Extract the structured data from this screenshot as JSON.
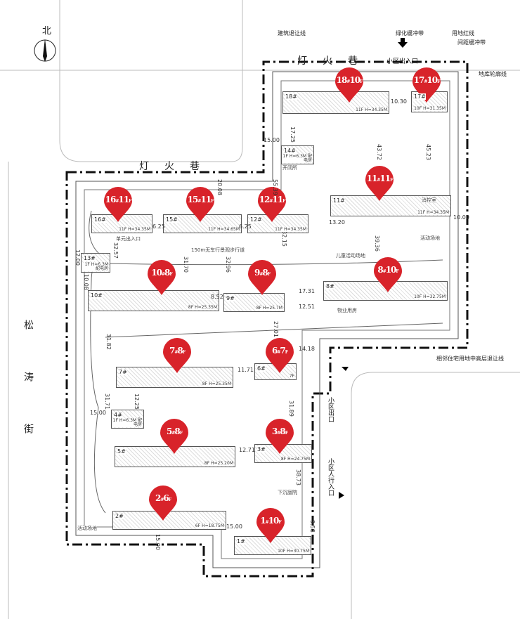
{
  "compass": {
    "label": "北"
  },
  "roads": {
    "top": "灯火巷",
    "left_top": "灯火巷",
    "west": "松涛街"
  },
  "notes": [
    "建筑退让线",
    "绿化缓冲带",
    "用地红线",
    "间距缓冲带",
    "地库轮廓线",
    "相邻住宅用地中高层退让线"
  ],
  "gates": [
    "小区出入口",
    "小区出口",
    "小区人行入口"
  ],
  "markers": [
    {
      "num": "18",
      "floors": "10"
    },
    {
      "num": "17",
      "floors": "10"
    },
    {
      "num": "16",
      "floors": "11"
    },
    {
      "num": "15",
      "floors": "11"
    },
    {
      "num": "12",
      "floors": "11"
    },
    {
      "num": "11",
      "floors": "11"
    },
    {
      "num": "10",
      "floors": "8"
    },
    {
      "num": "9",
      "floors": "8"
    },
    {
      "num": "8",
      "floors": "10"
    },
    {
      "num": "7",
      "floors": "8"
    },
    {
      "num": "6",
      "floors": "7"
    },
    {
      "num": "5",
      "floors": "8"
    },
    {
      "num": "3",
      "floors": "8"
    },
    {
      "num": "2",
      "floors": "6"
    },
    {
      "num": "1",
      "floors": "10"
    }
  ],
  "buildings": [
    {
      "id": "18#",
      "info": "11F H=34.35M"
    },
    {
      "id": "17#",
      "info": "10F H=31.35M"
    },
    {
      "id": "16#",
      "info": "11F H=34.35M"
    },
    {
      "id": "15#",
      "info": "11F H=34.65M"
    },
    {
      "id": "12#",
      "info": "11F H=34.35M"
    },
    {
      "id": "11#",
      "info": "11F H=34.35M"
    },
    {
      "id": "10#",
      "info": "8F H=25.35M"
    },
    {
      "id": "9#",
      "info": "8F H=25.7M"
    },
    {
      "id": "8#",
      "info": "10F H=32.75M"
    },
    {
      "id": "7#",
      "info": "8F H=25.35M"
    },
    {
      "id": "6#",
      "info": "7F"
    },
    {
      "id": "5#",
      "info": "8F H=25.20M"
    },
    {
      "id": "3#",
      "info": "8F H=24.75M"
    },
    {
      "id": "2#",
      "info": "6F H=18.75M"
    },
    {
      "id": "1#",
      "info": "10F H=30.75M"
    },
    {
      "id": "13#",
      "info": "1F H=6.3M 配电房"
    },
    {
      "id": "14#",
      "info": "1F H=6.3M 配电房"
    },
    {
      "id": "4#",
      "info": "1F H=6.3M 配电房"
    }
  ],
  "places": [
    "儿童活动场地",
    "活动场地",
    "物业用房",
    "开闭所",
    "消控室",
    "150m无车行景观步行道",
    "下沉庭院",
    "活动场地",
    "单元出入口"
  ],
  "dims": [
    "10.30",
    "17.25",
    "43.72",
    "45.23",
    "15.00",
    "55.39",
    "13.20",
    "39.36",
    "10.00",
    "20.08",
    "6.25",
    "6.25",
    "12.00",
    "32.57",
    "31.70",
    "32.96",
    "32.15",
    "10.08",
    "8.52",
    "17.31",
    "12.51",
    "27.01",
    "14.18",
    "31.82",
    "11.71",
    "15.00",
    "31.71",
    "12.25",
    "31.89",
    "12.71",
    "38.73",
    "9.58",
    "15.00",
    "15.00"
  ],
  "colors": {
    "marker": "#d8232a",
    "boundary": "#111"
  }
}
